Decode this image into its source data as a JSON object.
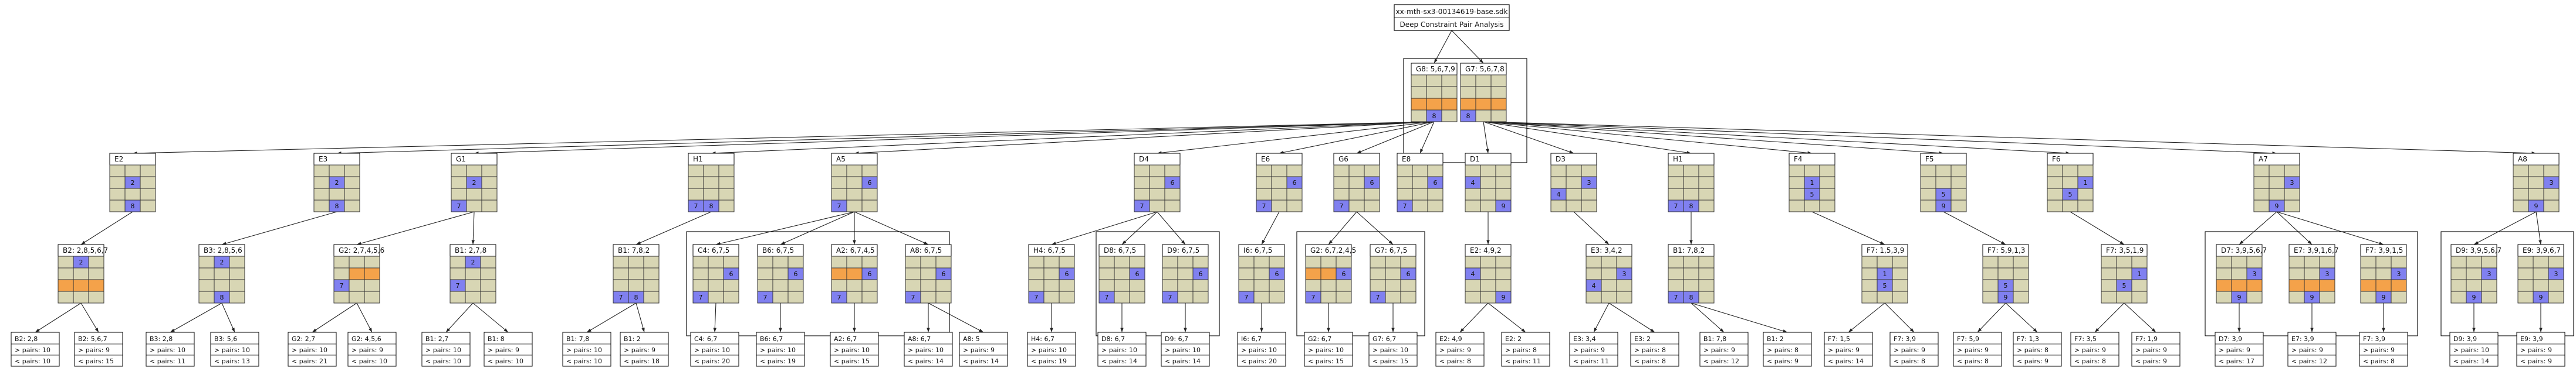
{
  "colors": {
    "empty": "#d8d6b4",
    "blue": "#8080f0",
    "orange": "#f4a24a",
    "line": "#222222"
  },
  "root": {
    "line1": "xx-mth-sx3-00134619-base.sdk",
    "line2": "Deep Constraint Pair Analysis"
  },
  "clusters": [
    {
      "kind": "first-level",
      "cells": [
        "G8",
        "G7"
      ]
    },
    {
      "kind": "A-group",
      "cells": [
        "C4",
        "B6",
        "A2",
        "A8"
      ]
    },
    {
      "kind": "D-group",
      "cells": [
        "D8",
        "D9"
      ]
    },
    {
      "kind": "G-group",
      "cells": [
        "G2",
        "G7b"
      ]
    },
    {
      "kind": "A7-group",
      "cells": [
        "D7",
        "E7",
        "F7"
      ]
    },
    {
      "kind": "A8-group",
      "cells": [
        "D9b",
        "E9"
      ]
    }
  ],
  "nodes": [
    {
      "id": "G8",
      "label": "G8: 5,6,7,9",
      "cells": [
        "e",
        "e",
        "e",
        "e",
        "e",
        "e",
        "o",
        "o",
        "o",
        "e",
        "b8",
        "e"
      ]
    },
    {
      "id": "G7",
      "label": "G7: 5,6,7,8",
      "cells": [
        "e",
        "e",
        "e",
        "e",
        "e",
        "e",
        "o",
        "o",
        "o",
        "b8",
        "e",
        "e"
      ]
    },
    {
      "id": "E2",
      "label": "E2",
      "cells": [
        "e",
        "e",
        "e",
        "e",
        "b2",
        "e",
        "e",
        "e",
        "e",
        "e",
        "b8",
        "e"
      ]
    },
    {
      "id": "E3",
      "label": "E3",
      "cells": [
        "e",
        "e",
        "e",
        "e",
        "b2",
        "e",
        "e",
        "e",
        "e",
        "e",
        "b8",
        "e"
      ]
    },
    {
      "id": "G1",
      "label": "G1",
      "cells": [
        "e",
        "e",
        "e",
        "e",
        "b2",
        "e",
        "e",
        "e",
        "e",
        "b7",
        "e",
        "e"
      ]
    },
    {
      "id": "H1",
      "label": "H1",
      "cells": [
        "e",
        "e",
        "e",
        "e",
        "e",
        "e",
        "e",
        "e",
        "e",
        "b7",
        "b8",
        "e"
      ]
    },
    {
      "id": "A5",
      "label": "A5",
      "cells": [
        "e",
        "e",
        "e",
        "e",
        "e",
        "b6",
        "e",
        "e",
        "e",
        "b7",
        "e",
        "e"
      ]
    },
    {
      "id": "D4",
      "label": "D4",
      "cells": [
        "e",
        "e",
        "e",
        "e",
        "e",
        "b6",
        "e",
        "e",
        "e",
        "b7",
        "e",
        "e"
      ]
    },
    {
      "id": "E6",
      "label": "E6",
      "cells": [
        "e",
        "e",
        "e",
        "e",
        "e",
        "b6",
        "e",
        "e",
        "e",
        "b7",
        "e",
        "e"
      ]
    },
    {
      "id": "G6",
      "label": "G6",
      "cells": [
        "e",
        "e",
        "e",
        "e",
        "e",
        "b6",
        "e",
        "e",
        "e",
        "b7",
        "e",
        "e"
      ]
    },
    {
      "id": "E8",
      "label": "E8",
      "cells": [
        "e",
        "e",
        "e",
        "e",
        "e",
        "b6",
        "e",
        "e",
        "e",
        "b7",
        "e",
        "e"
      ]
    },
    {
      "id": "D1",
      "label": "D1",
      "cells": [
        "e",
        "e",
        "e",
        "b4",
        "e",
        "e",
        "e",
        "e",
        "e",
        "e",
        "e",
        "b9"
      ]
    },
    {
      "id": "D3",
      "label": "D3",
      "cells": [
        "e",
        "e",
        "e",
        "e",
        "e",
        "b3",
        "b4",
        "e",
        "e",
        "e",
        "e",
        "e"
      ]
    },
    {
      "id": "H1b",
      "label": "H1",
      "cells": [
        "e",
        "e",
        "e",
        "e",
        "e",
        "e",
        "e",
        "e",
        "e",
        "b7",
        "b8",
        "e"
      ]
    },
    {
      "id": "F4",
      "label": "F4",
      "cells": [
        "e",
        "e",
        "e",
        "e",
        "b1",
        "e",
        "e",
        "b5",
        "e",
        "e",
        "e",
        "e"
      ]
    },
    {
      "id": "F5",
      "label": "F5",
      "cells": [
        "e",
        "e",
        "e",
        "e",
        "e",
        "e",
        "e",
        "b5",
        "e",
        "e",
        "b9",
        "e"
      ]
    },
    {
      "id": "F6",
      "label": "F6",
      "cells": [
        "e",
        "e",
        "e",
        "e",
        "e",
        "b1",
        "e",
        "b5",
        "e",
        "e",
        "e",
        "e"
      ]
    },
    {
      "id": "A7",
      "label": "A7",
      "cells": [
        "e",
        "e",
        "e",
        "e",
        "e",
        "b3",
        "e",
        "e",
        "e",
        "e",
        "b9",
        "e"
      ]
    },
    {
      "id": "A8",
      "label": "A8",
      "cells": [
        "e",
        "e",
        "e",
        "e",
        "e",
        "b3",
        "e",
        "e",
        "e",
        "e",
        "b9",
        "e"
      ]
    },
    {
      "id": "B2",
      "label": "B2: 2,8,5,6,7",
      "cells": [
        "e",
        "b2",
        "e",
        "e",
        "e",
        "e",
        "o",
        "o",
        "o",
        "e",
        "e",
        "e"
      ]
    },
    {
      "id": "B3",
      "label": "B3: 2,8,5,6",
      "cells": [
        "e",
        "b2",
        "e",
        "e",
        "e",
        "e",
        "e",
        "e",
        "e",
        "e",
        "b8",
        "e"
      ]
    },
    {
      "id": "G2",
      "label": "G2: 2,7,4,5,6",
      "cells": [
        "e",
        "e",
        "e",
        "e",
        "o",
        "o",
        "b7",
        "e",
        "e",
        "e",
        "e",
        "e"
      ]
    },
    {
      "id": "B1",
      "label": "B1: 2,7,8",
      "cells": [
        "e",
        "b2",
        "e",
        "e",
        "e",
        "e",
        "b7",
        "e",
        "e",
        "e",
        "e",
        "e"
      ]
    },
    {
      "id": "B1b",
      "label": "B1: 7,8,2",
      "cells": [
        "e",
        "e",
        "e",
        "e",
        "e",
        "e",
        "e",
        "e",
        "e",
        "b7",
        "b8",
        "e"
      ]
    },
    {
      "id": "C4",
      "label": "C4: 6,7,5",
      "cells": [
        "e",
        "e",
        "e",
        "e",
        "e",
        "b6",
        "e",
        "e",
        "e",
        "b7",
        "e",
        "e"
      ]
    },
    {
      "id": "B6",
      "label": "B6: 6,7,5",
      "cells": [
        "e",
        "e",
        "e",
        "e",
        "e",
        "b6",
        "e",
        "e",
        "e",
        "b7",
        "e",
        "e"
      ]
    },
    {
      "id": "A2",
      "label": "A2: 6,7,4,5",
      "cells": [
        "e",
        "e",
        "e",
        "o",
        "o",
        "b6",
        "e",
        "e",
        "e",
        "b7",
        "e",
        "e"
      ]
    },
    {
      "id": "A8x",
      "label": "A8: 6,7,5",
      "cells": [
        "e",
        "e",
        "e",
        "e",
        "e",
        "b6",
        "e",
        "e",
        "e",
        "b7",
        "e",
        "e"
      ]
    },
    {
      "id": "H4",
      "label": "H4: 6,7,5",
      "cells": [
        "e",
        "e",
        "e",
        "e",
        "e",
        "b6",
        "e",
        "e",
        "e",
        "b7",
        "e",
        "e"
      ]
    },
    {
      "id": "D8",
      "label": "D8: 6,7,5",
      "cells": [
        "e",
        "e",
        "e",
        "e",
        "e",
        "b6",
        "e",
        "e",
        "e",
        "b7",
        "e",
        "e"
      ]
    },
    {
      "id": "D9",
      "label": "D9: 6,7,5",
      "cells": [
        "e",
        "e",
        "e",
        "e",
        "e",
        "b6",
        "e",
        "e",
        "e",
        "b7",
        "e",
        "e"
      ]
    },
    {
      "id": "I6",
      "label": "I6: 6,7,5",
      "cells": [
        "e",
        "e",
        "e",
        "e",
        "e",
        "b6",
        "e",
        "e",
        "e",
        "b7",
        "e",
        "e"
      ]
    },
    {
      "id": "G2b",
      "label": "G2: 6,7,2,4,5",
      "cells": [
        "e",
        "e",
        "e",
        "o",
        "o",
        "b6",
        "e",
        "e",
        "e",
        "b7",
        "e",
        "e"
      ]
    },
    {
      "id": "G7b",
      "label": "G7: 6,7,5",
      "cells": [
        "e",
        "e",
        "e",
        "e",
        "e",
        "b6",
        "e",
        "e",
        "e",
        "b7",
        "e",
        "e"
      ]
    },
    {
      "id": "E2b",
      "label": "E2: 4,9,2",
      "cells": [
        "e",
        "e",
        "e",
        "b4",
        "e",
        "e",
        "e",
        "e",
        "e",
        "e",
        "e",
        "b9"
      ]
    },
    {
      "id": "E3b",
      "label": "E3: 3,4,2",
      "cells": [
        "e",
        "e",
        "e",
        "e",
        "e",
        "b3",
        "b4",
        "e",
        "e",
        "e",
        "e",
        "e"
      ]
    },
    {
      "id": "B1c",
      "label": "B1: 7,8,2",
      "cells": [
        "e",
        "e",
        "e",
        "e",
        "e",
        "e",
        "e",
        "e",
        "e",
        "b7",
        "b8",
        "e"
      ]
    },
    {
      "id": "F7a",
      "label": "F7: 1,5,3,9",
      "cells": [
        "e",
        "e",
        "e",
        "e",
        "b1",
        "e",
        "e",
        "b5",
        "e",
        "e",
        "e",
        "e"
      ]
    },
    {
      "id": "F7b",
      "label": "F7: 5,9,1,3",
      "cells": [
        "e",
        "e",
        "e",
        "e",
        "e",
        "e",
        "e",
        "b5",
        "e",
        "e",
        "b9",
        "e"
      ]
    },
    {
      "id": "F7c",
      "label": "F7: 3,5,1,9",
      "cells": [
        "e",
        "e",
        "e",
        "e",
        "e",
        "b1",
        "e",
        "b5",
        "e",
        "e",
        "e",
        "e"
      ]
    },
    {
      "id": "D7",
      "label": "D7: 3,9,5,6,7",
      "cells": [
        "e",
        "e",
        "e",
        "e",
        "e",
        "b3",
        "o",
        "o",
        "o",
        "e",
        "b9",
        "e"
      ]
    },
    {
      "id": "E7",
      "label": "E7: 3,9,1,6,7",
      "cells": [
        "e",
        "e",
        "e",
        "e",
        "e",
        "b3",
        "o",
        "o",
        "o",
        "e",
        "b9",
        "e"
      ]
    },
    {
      "id": "F7d",
      "label": "F7: 3,9,1,5",
      "cells": [
        "e",
        "e",
        "e",
        "e",
        "e",
        "b3",
        "o",
        "o",
        "o",
        "e",
        "b9",
        "e"
      ]
    },
    {
      "id": "D9b",
      "label": "D9: 3,9,5,6,7",
      "cells": [
        "e",
        "e",
        "e",
        "e",
        "e",
        "b3",
        "e",
        "e",
        "e",
        "e",
        "b9",
        "e"
      ]
    },
    {
      "id": "E9",
      "label": "E9: 3,9,6,7",
      "cells": [
        "e",
        "e",
        "e",
        "e",
        "e",
        "b3",
        "e",
        "e",
        "e",
        "e",
        "b9",
        "e"
      ]
    }
  ],
  "leaves": [
    {
      "id": "L1",
      "label": "B2: 2,8",
      "pairs1": "> pairs: 10",
      "pairs2": "< pairs: 10"
    },
    {
      "id": "L2",
      "label": "B2: 5,6,7",
      "pairs1": "> pairs: 9",
      "pairs2": "< pairs: 15"
    },
    {
      "id": "L3",
      "label": "B3: 2,8",
      "pairs1": "> pairs: 10",
      "pairs2": "< pairs: 11"
    },
    {
      "id": "L4",
      "label": "B3: 5,6",
      "pairs1": "> pairs: 10",
      "pairs2": "< pairs: 13"
    },
    {
      "id": "L5",
      "label": "G2: 2,7",
      "pairs1": "> pairs: 10",
      "pairs2": "< pairs: 21"
    },
    {
      "id": "L6",
      "label": "G2: 4,5,6",
      "pairs1": "> pairs: 9",
      "pairs2": "< pairs: 10"
    },
    {
      "id": "L7",
      "label": "B1: 2,7",
      "pairs1": "> pairs: 10",
      "pairs2": "< pairs: 10"
    },
    {
      "id": "L8",
      "label": "B1: 8",
      "pairs1": "> pairs: 9",
      "pairs2": "< pairs: 10"
    },
    {
      "id": "L9",
      "label": "B1: 7,8",
      "pairs1": "> pairs: 10",
      "pairs2": "< pairs: 10"
    },
    {
      "id": "L10",
      "label": "B1: 2",
      "pairs1": "> pairs: 9",
      "pairs2": "< pairs: 18"
    },
    {
      "id": "L11",
      "label": "C4: 6,7",
      "pairs1": "> pairs: 10",
      "pairs2": "< pairs: 20"
    },
    {
      "id": "L12",
      "label": "B6: 6,7",
      "pairs1": "> pairs: 10",
      "pairs2": "< pairs: 19"
    },
    {
      "id": "L13",
      "label": "A2: 6,7",
      "pairs1": "> pairs: 10",
      "pairs2": "< pairs: 15"
    },
    {
      "id": "L14",
      "label": "A8: 6,7",
      "pairs1": "> pairs: 10",
      "pairs2": "< pairs: 14"
    },
    {
      "id": "L15",
      "label": "A8: 5",
      "pairs1": "> pairs: 9",
      "pairs2": "< pairs: 14"
    },
    {
      "id": "L16",
      "label": "H4: 6,7",
      "pairs1": "> pairs: 10",
      "pairs2": "< pairs: 19"
    },
    {
      "id": "L17",
      "label": "D8: 6,7",
      "pairs1": "> pairs: 10",
      "pairs2": "< pairs: 14"
    },
    {
      "id": "L18",
      "label": "D9: 6,7",
      "pairs1": "> pairs: 10",
      "pairs2": "< pairs: 14"
    },
    {
      "id": "L19",
      "label": "I6: 6,7",
      "pairs1": "> pairs: 10",
      "pairs2": "< pairs: 20"
    },
    {
      "id": "L20",
      "label": "G2: 6,7",
      "pairs1": "> pairs: 10",
      "pairs2": "< pairs: 15"
    },
    {
      "id": "L21",
      "label": "G7: 6,7",
      "pairs1": "> pairs: 10",
      "pairs2": "< pairs: 15"
    },
    {
      "id": "L22",
      "label": "E2: 4,9",
      "pairs1": "> pairs: 9",
      "pairs2": "< pairs: 8"
    },
    {
      "id": "L23",
      "label": "E2: 2",
      "pairs1": "> pairs: 8",
      "pairs2": "< pairs: 11"
    },
    {
      "id": "L24",
      "label": "E3: 3,4",
      "pairs1": "> pairs: 9",
      "pairs2": "< pairs: 11"
    },
    {
      "id": "L25",
      "label": "E3: 2",
      "pairs1": "> pairs: 8",
      "pairs2": "< pairs: 8"
    },
    {
      "id": "L26",
      "label": "B1: 7,8",
      "pairs1": "> pairs: 9",
      "pairs2": "< pairs: 12"
    },
    {
      "id": "L27",
      "label": "B1: 2",
      "pairs1": "> pairs: 8",
      "pairs2": "< pairs: 9"
    },
    {
      "id": "L28",
      "label": "F7: 1,5",
      "pairs1": "> pairs: 9",
      "pairs2": "< pairs: 14"
    },
    {
      "id": "L29",
      "label": "F7: 3,9",
      "pairs1": "> pairs: 9",
      "pairs2": "< pairs: 8"
    },
    {
      "id": "L30",
      "label": "F7: 5,9",
      "pairs1": "> pairs: 9",
      "pairs2": "< pairs: 8"
    },
    {
      "id": "L31",
      "label": "F7: 1,3",
      "pairs1": "> pairs: 8",
      "pairs2": "< pairs: 9"
    },
    {
      "id": "L32",
      "label": "F7: 3,5",
      "pairs1": "> pairs: 9",
      "pairs2": "< pairs: 8"
    },
    {
      "id": "L33",
      "label": "F7: 1,9",
      "pairs1": "> pairs: 9",
      "pairs2": "< pairs: 9"
    },
    {
      "id": "L34",
      "label": "D7: 3,9",
      "pairs1": "> pairs: 9",
      "pairs2": "< pairs: 17"
    },
    {
      "id": "L35",
      "label": "E7: 3,9",
      "pairs1": "> pairs: 9",
      "pairs2": "< pairs: 12"
    },
    {
      "id": "L36",
      "label": "F7: 3,9",
      "pairs1": "> pairs: 9",
      "pairs2": "< pairs: 8"
    },
    {
      "id": "L37",
      "label": "D9: 3,9",
      "pairs1": "> pairs: 10",
      "pairs2": "< pairs: 14"
    },
    {
      "id": "L38",
      "label": "E9: 3,9",
      "pairs1": "> pairs: 9",
      "pairs2": "< pairs: 9"
    }
  ],
  "edges": [
    [
      "root",
      "G8"
    ],
    [
      "root",
      "G7"
    ],
    [
      "G8",
      "E2"
    ],
    [
      "G8",
      "E3"
    ],
    [
      "G8",
      "G1"
    ],
    [
      "G8",
      "H1"
    ],
    [
      "G8",
      "A5"
    ],
    [
      "G8",
      "D4"
    ],
    [
      "G8",
      "E6"
    ],
    [
      "G8",
      "G6"
    ],
    [
      "G8",
      "E8"
    ],
    [
      "G7",
      "D1"
    ],
    [
      "G7",
      "D3"
    ],
    [
      "G7",
      "H1b"
    ],
    [
      "G7",
      "F4"
    ],
    [
      "G7",
      "F5"
    ],
    [
      "G7",
      "F6"
    ],
    [
      "G7",
      "A7"
    ],
    [
      "G7",
      "A8"
    ],
    [
      "E2",
      "B2"
    ],
    [
      "E3",
      "B3"
    ],
    [
      "G1",
      "G2"
    ],
    [
      "G1",
      "B1"
    ],
    [
      "H1",
      "B1b"
    ],
    [
      "A5",
      "C4"
    ],
    [
      "A5",
      "B6"
    ],
    [
      "A5",
      "A2"
    ],
    [
      "A5",
      "A8x"
    ],
    [
      "D4",
      "H4"
    ],
    [
      "D4",
      "D8"
    ],
    [
      "D4",
      "D9"
    ],
    [
      "E6",
      "I6"
    ],
    [
      "G6",
      "G2b"
    ],
    [
      "G6",
      "G7b"
    ],
    [
      "D1",
      "E2b"
    ],
    [
      "D3",
      "E3b"
    ],
    [
      "H1b",
      "B1c"
    ],
    [
      "F4",
      "F7a"
    ],
    [
      "F5",
      "F7b"
    ],
    [
      "F6",
      "F7c"
    ],
    [
      "A7",
      "D7"
    ],
    [
      "A7",
      "E7"
    ],
    [
      "A7",
      "F7d"
    ],
    [
      "A8",
      "D9b"
    ],
    [
      "A8",
      "E9"
    ],
    [
      "B2",
      "L1"
    ],
    [
      "B2",
      "L2"
    ],
    [
      "B3",
      "L3"
    ],
    [
      "B3",
      "L4"
    ],
    [
      "G2",
      "L5"
    ],
    [
      "G2",
      "L6"
    ],
    [
      "B1",
      "L7"
    ],
    [
      "B1",
      "L8"
    ],
    [
      "B1b",
      "L9"
    ],
    [
      "B1b",
      "L10"
    ],
    [
      "C4",
      "L11"
    ],
    [
      "B6",
      "L12"
    ],
    [
      "A2",
      "L13"
    ],
    [
      "A8x",
      "L14"
    ],
    [
      "A8x",
      "L15"
    ],
    [
      "H4",
      "L16"
    ],
    [
      "D8",
      "L17"
    ],
    [
      "D9",
      "L18"
    ],
    [
      "I6",
      "L19"
    ],
    [
      "G2b",
      "L20"
    ],
    [
      "G7b",
      "L21"
    ],
    [
      "E2b",
      "L22"
    ],
    [
      "E2b",
      "L23"
    ],
    [
      "E3b",
      "L24"
    ],
    [
      "E3b",
      "L25"
    ],
    [
      "B1c",
      "L26"
    ],
    [
      "B1c",
      "L27"
    ],
    [
      "F7a",
      "L28"
    ],
    [
      "F7a",
      "L29"
    ],
    [
      "F7b",
      "L30"
    ],
    [
      "F7b",
      "L31"
    ],
    [
      "F7c",
      "L32"
    ],
    [
      "F7c",
      "L33"
    ],
    [
      "D7",
      "L34"
    ],
    [
      "E7",
      "L35"
    ],
    [
      "F7d",
      "L36"
    ],
    [
      "D9b",
      "L37"
    ],
    [
      "E9",
      "L38"
    ]
  ]
}
